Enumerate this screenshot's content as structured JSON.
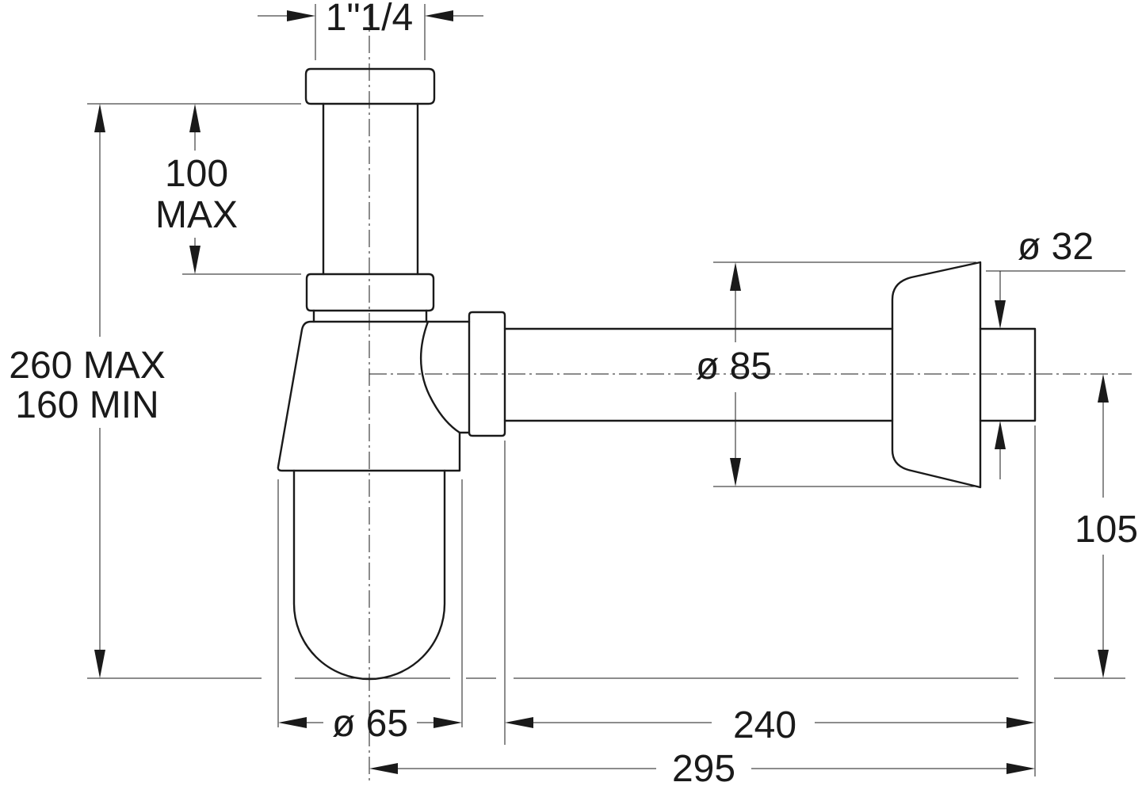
{
  "dimensions": {
    "inlet_thread": "1\"1/4",
    "tube_height_line1": "100",
    "tube_height_line2": "MAX",
    "total_height_line1": "260 MAX",
    "total_height_line2": "160 MIN",
    "rosette_diameter": "ø 85",
    "outlet_diameter": "ø 32",
    "outlet_height": "105",
    "bottle_diameter": "ø 65",
    "outlet_length": "240",
    "total_length": "295"
  }
}
